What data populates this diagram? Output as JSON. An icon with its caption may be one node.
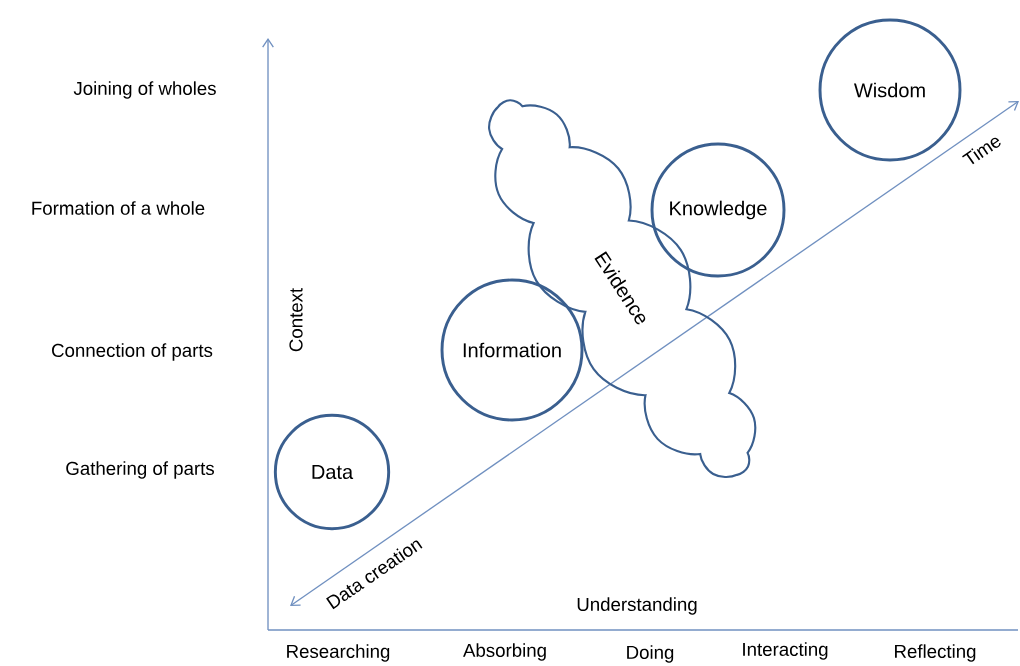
{
  "diagram": {
    "nodes": [
      {
        "text": [
          "Data"
        ]
      },
      {
        "text": [
          "Information"
        ]
      },
      {
        "text": [
          "Evidence"
        ]
      },
      {
        "text": [
          "Knowledge"
        ]
      },
      {
        "text": [
          "Wisdom"
        ]
      }
    ],
    "labels": [
      "Joining of wholes",
      "Formation of a whole",
      "Context",
      "Connection of parts",
      "Gathering of parts",
      "Time",
      "Data creation",
      "Understanding",
      "Researching",
      "Absorbing",
      "Doing",
      "Interacting",
      "Reflecting"
    ]
  }
}
